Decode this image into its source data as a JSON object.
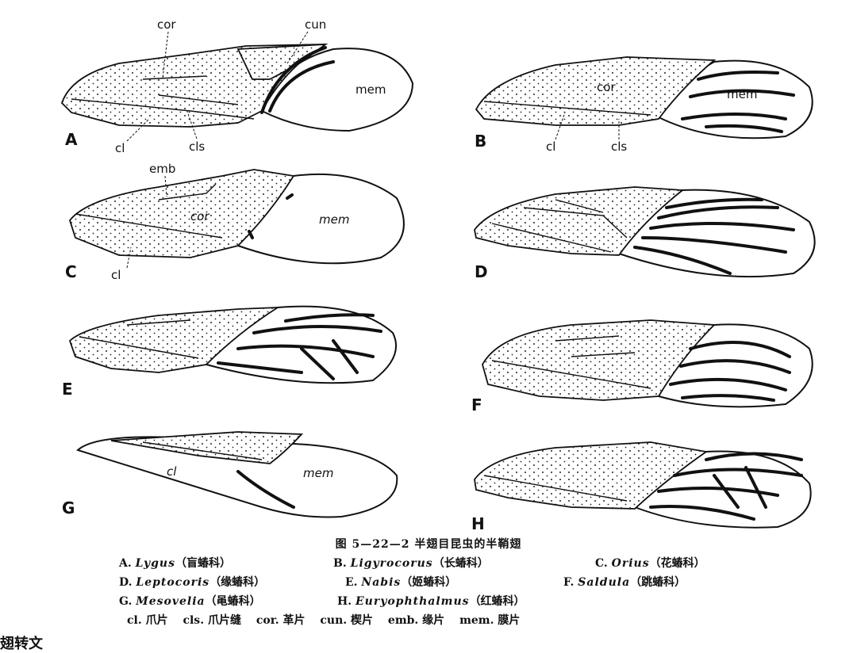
{
  "figure": {
    "panels": {
      "A": "A",
      "B": "B",
      "C": "C",
      "D": "D",
      "E": "E",
      "F": "F",
      "G": "G",
      "H": "H"
    },
    "labels": {
      "cor": "cor",
      "cun": "cun",
      "mem": "mem",
      "cl": "cl",
      "cls": "cls",
      "emb": "emb"
    }
  },
  "caption": {
    "title": "图 5—22—2  半翅目昆虫的半鞘翅",
    "items": [
      {
        "letter": "A.",
        "genus": "Lygus",
        "family": "（盲蝽科）"
      },
      {
        "letter": "B.",
        "genus": "Ligyrocorus",
        "family": "（长蝽科）"
      },
      {
        "letter": "C.",
        "genus": "Orius",
        "family": "（花蝽科）"
      },
      {
        "letter": "D.",
        "genus": "Leptocoris",
        "family": "（缘蝽科）"
      },
      {
        "letter": "E.",
        "genus": "Nabis",
        "family": "（姬蝽科）"
      },
      {
        "letter": "F.",
        "genus": "Saldula",
        "family": "（跳蝽科）"
      },
      {
        "letter": "G.",
        "genus": "Mesovelia",
        "family": "（黾蝽科）"
      },
      {
        "letter": "H.",
        "genus": "Euryophthalmus",
        "family": "（红蝽科）"
      }
    ],
    "abbreviations": [
      "cl. 爪片",
      "cls. 爪片缝",
      "cor. 革片",
      "cun. 楔片",
      "emb. 缘片",
      "mem. 膜片"
    ]
  },
  "tail_text": "翅转文"
}
